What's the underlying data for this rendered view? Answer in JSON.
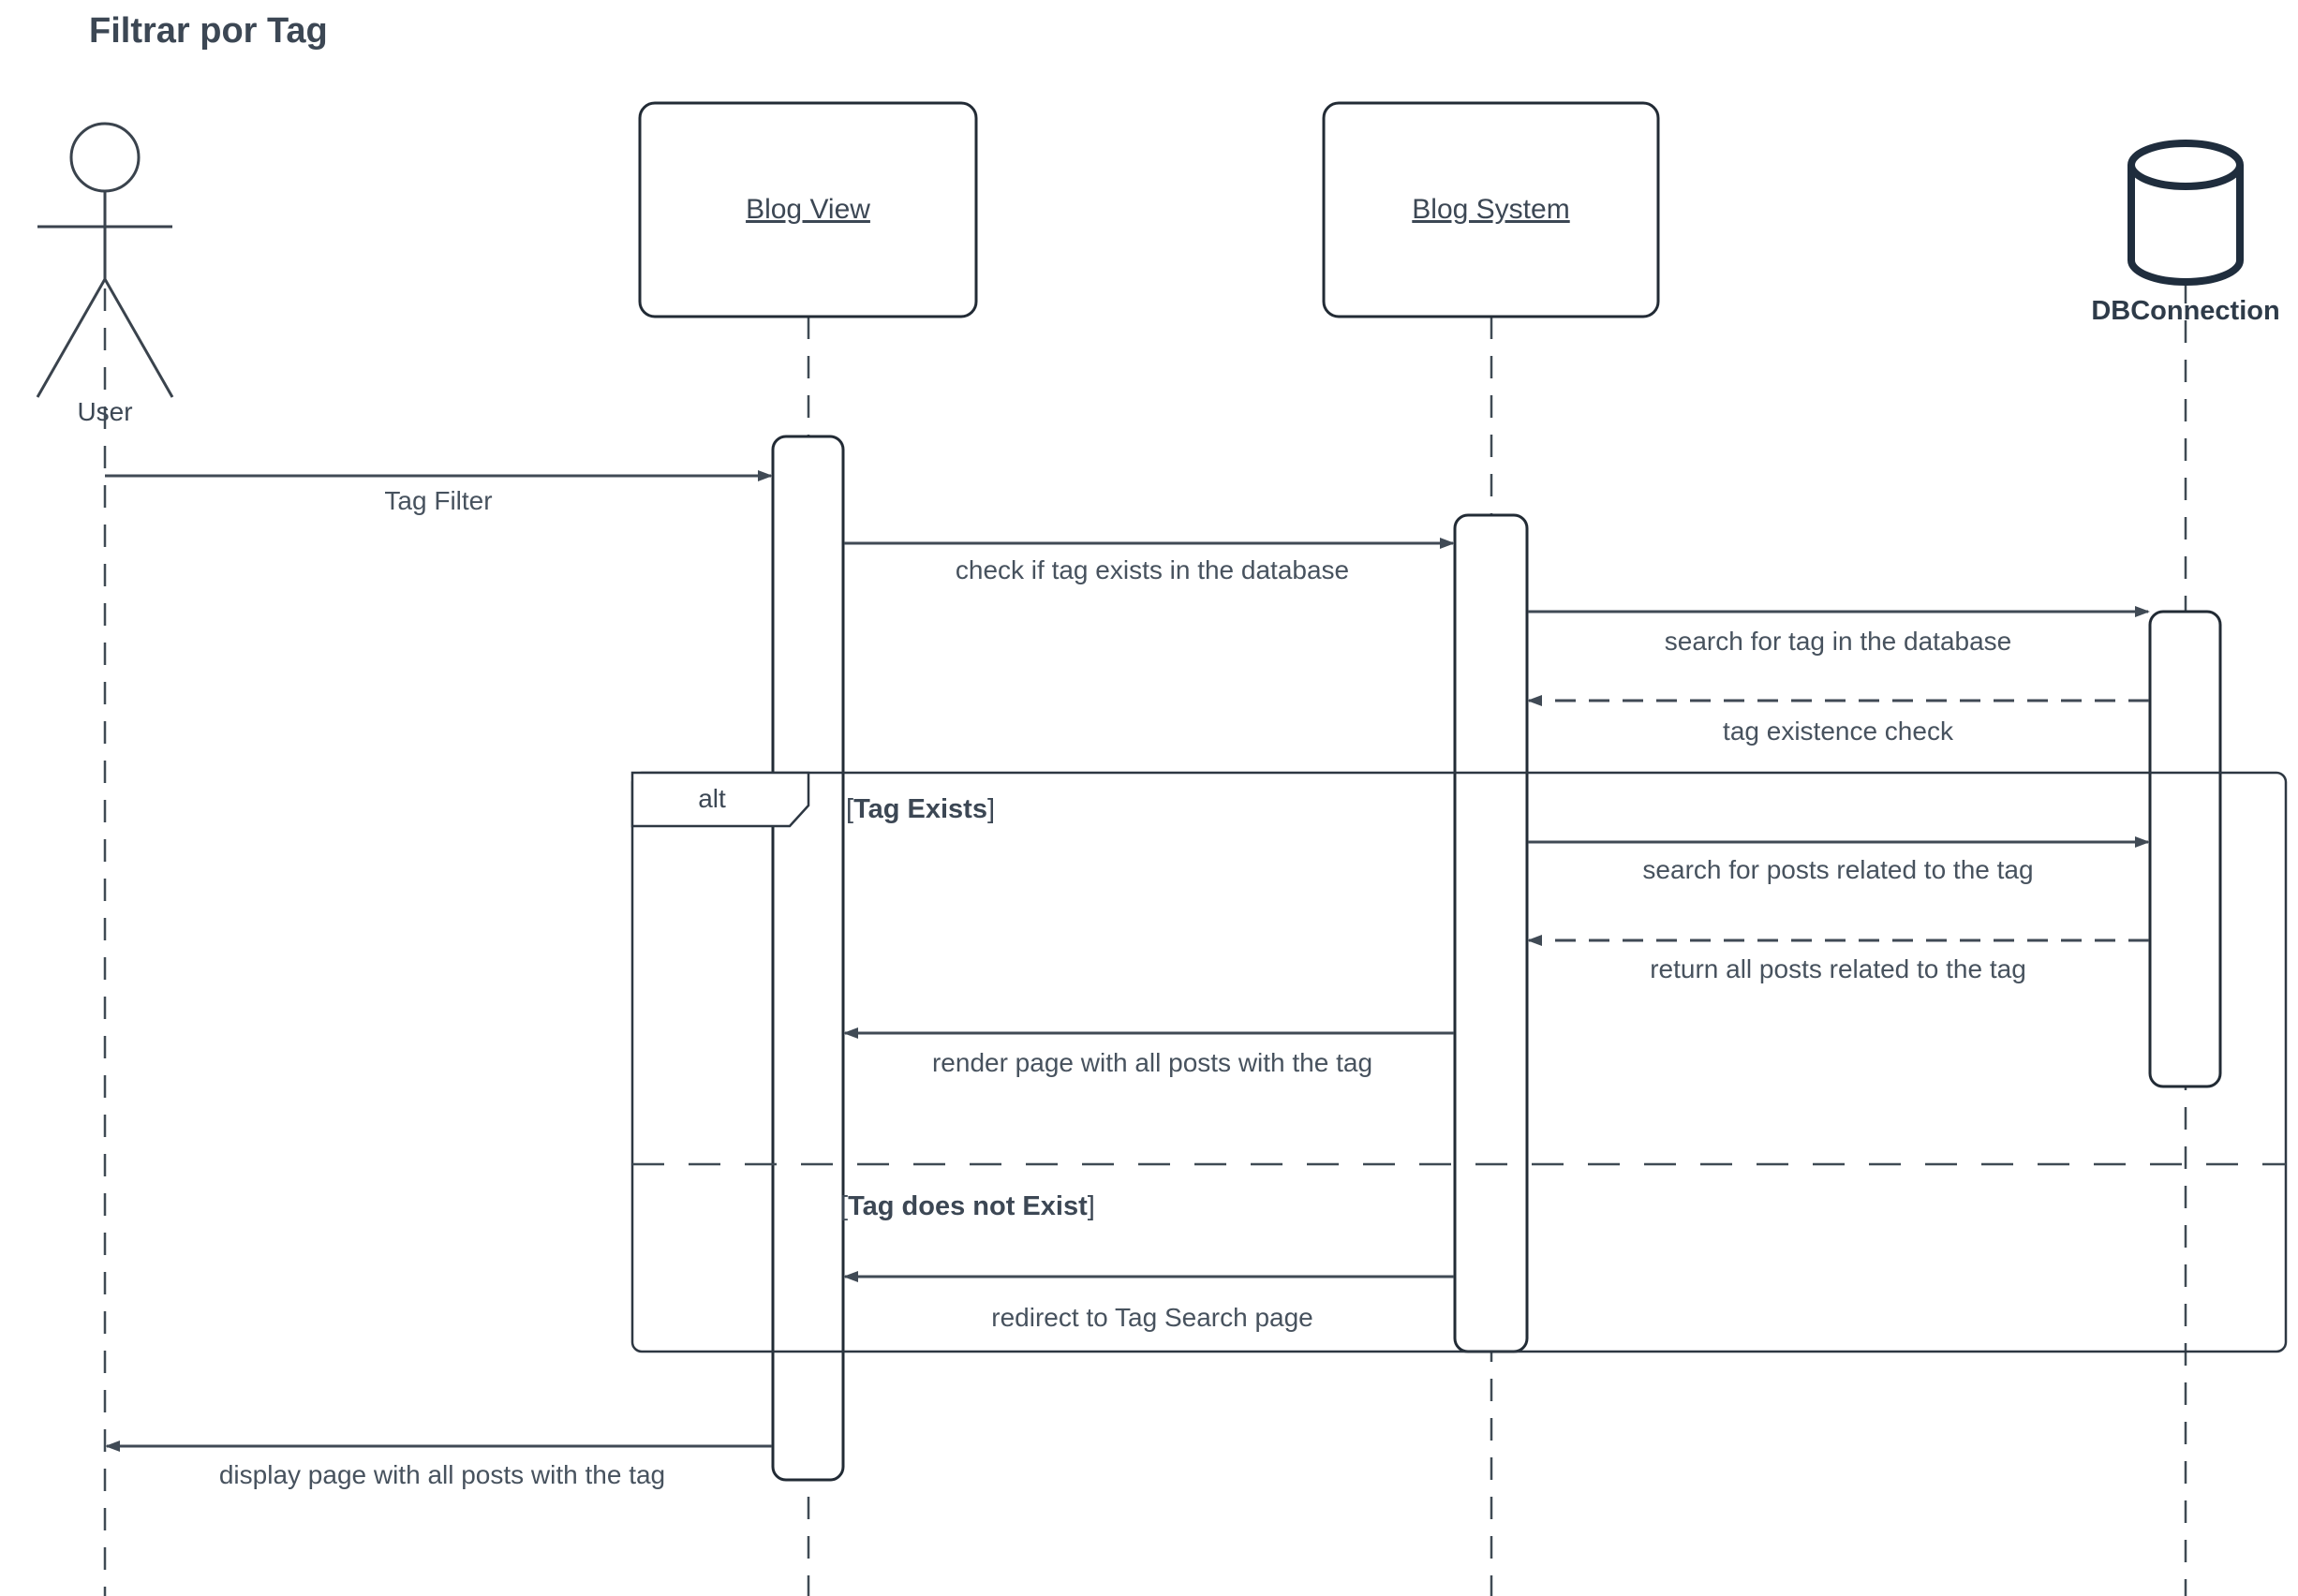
{
  "title": "Filtrar por Tag",
  "colors": {
    "background": "#ffffff",
    "stroke": "#3f4a54",
    "box_border": "#222b35",
    "text": "#47525e",
    "heading_text": "#3c4754",
    "cylinder_stroke": "#1f2d3d"
  },
  "participants": {
    "user": {
      "label": "User",
      "shape": "actor"
    },
    "blog_view": {
      "label": "Blog View",
      "shape": "rounded-box"
    },
    "blog_system": {
      "label": "Blog System",
      "shape": "rounded-box"
    },
    "db_connection": {
      "label": "DBConnection",
      "shape": "database-cylinder"
    }
  },
  "messages": {
    "tag_filter": {
      "label": "Tag Filter",
      "from": "User",
      "to": "Blog View",
      "style": "solid"
    },
    "check_tag": {
      "label": "check if tag exists in the database",
      "from": "Blog View",
      "to": "Blog System",
      "style": "solid"
    },
    "search_tag": {
      "label": "search for tag in the database",
      "from": "Blog System",
      "to": "DBConnection",
      "style": "solid"
    },
    "tag_check_return": {
      "label": "tag existence check",
      "from": "DBConnection",
      "to": "Blog System",
      "style": "dashed-return"
    },
    "search_posts": {
      "label": "search for posts related to the tag",
      "from": "Blog System",
      "to": "DBConnection",
      "style": "solid"
    },
    "return_posts": {
      "label": "return all posts related to the tag",
      "from": "DBConnection",
      "to": "Blog System",
      "style": "dashed-return"
    },
    "render_page": {
      "label": "render page with all posts with the tag",
      "from": "Blog System",
      "to": "Blog View",
      "style": "solid"
    },
    "redirect_page": {
      "label": "redirect to Tag Search page",
      "from": "Blog System",
      "to": "Blog View",
      "style": "solid"
    },
    "display_page": {
      "label": "display page with all posts with the tag",
      "from": "Blog View",
      "to": "User",
      "style": "solid"
    }
  },
  "fragment": {
    "operator": "alt",
    "guard_exists": {
      "open": "[",
      "text": "Tag Exists",
      "close": "]"
    },
    "guard_not_exists": {
      "open": "[",
      "text": "Tag does not Exist",
      "close": "]"
    }
  }
}
